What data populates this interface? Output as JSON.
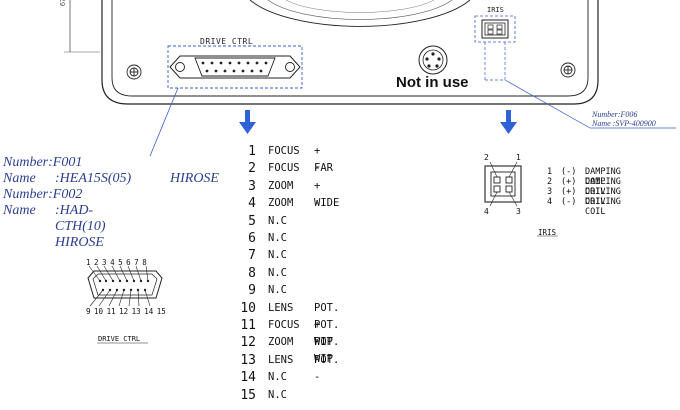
{
  "panel": {
    "dimension": "67",
    "drive_ctrl_label": "DRIVE  CTRL",
    "iris_label": "IRIS",
    "not_in_use": "Not in use",
    "iris_number": "Number:F006",
    "iris_name": "Name   :SVP-400900"
  },
  "drive_connectors": [
    {
      "number_key": "Number:",
      "number_val": "F001",
      "name_key": "Name",
      "name_val": ":HEA15S(05)",
      "brand": "HIROSE"
    },
    {
      "number_key": "Number:",
      "number_val": "F002",
      "name_key": "Name",
      "name_val": ":HAD-CTH(10) HIROSE",
      "brand": ""
    }
  ],
  "drive_pinout": {
    "top_numbers": "1 2 3 4 5 6 7 8",
    "bottom_numbers": "9 10 11 12 13 14 15",
    "caption": "DRIVE CTRL"
  },
  "pin_table": [
    {
      "pin": "1",
      "function": "FOCUS",
      "action": "+ FAR"
    },
    {
      "pin": "2",
      "function": "FOCUS",
      "action": "-"
    },
    {
      "pin": "3",
      "function": "ZOOM",
      "action": "+ WIDE"
    },
    {
      "pin": "4",
      "function": "ZOOM",
      "action": "-"
    },
    {
      "pin": "5",
      "function": "N.C",
      "action": ""
    },
    {
      "pin": "6",
      "function": "N.C",
      "action": ""
    },
    {
      "pin": "7",
      "function": "N.C",
      "action": ""
    },
    {
      "pin": "8",
      "function": "N.C",
      "action": ""
    },
    {
      "pin": "9",
      "function": "N.C",
      "action": ""
    },
    {
      "pin": "10",
      "function": "LENS",
      "action": "POT. +"
    },
    {
      "pin": "11",
      "function": "FOCUS",
      "action": "POT. WIP"
    },
    {
      "pin": "12",
      "function": "ZOOM",
      "action": "POT. WIP"
    },
    {
      "pin": "13",
      "function": "LENS",
      "action": "POT. -"
    },
    {
      "pin": "14",
      "function": "N.C",
      "action": ""
    },
    {
      "pin": "15",
      "function": "N.C",
      "action": ""
    }
  ],
  "iris_pinout": {
    "labels": {
      "p1": "1",
      "p2": "2",
      "p3": "3",
      "p4": "4"
    },
    "caption": "IRIS",
    "legend": [
      {
        "pin": "1",
        "sign": "(-)",
        "desc": "DAMPING COIL"
      },
      {
        "pin": "2",
        "sign": "(+)",
        "desc": "DAMPING COIL"
      },
      {
        "pin": "3",
        "sign": "(+)",
        "desc": "DRIVING COIL"
      },
      {
        "pin": "4",
        "sign": "(-)",
        "desc": "DRIVING COIL"
      }
    ]
  },
  "colors": {
    "arrow": "#2f62d6",
    "label_blue": "#2a3f8f",
    "line": "#222222"
  }
}
